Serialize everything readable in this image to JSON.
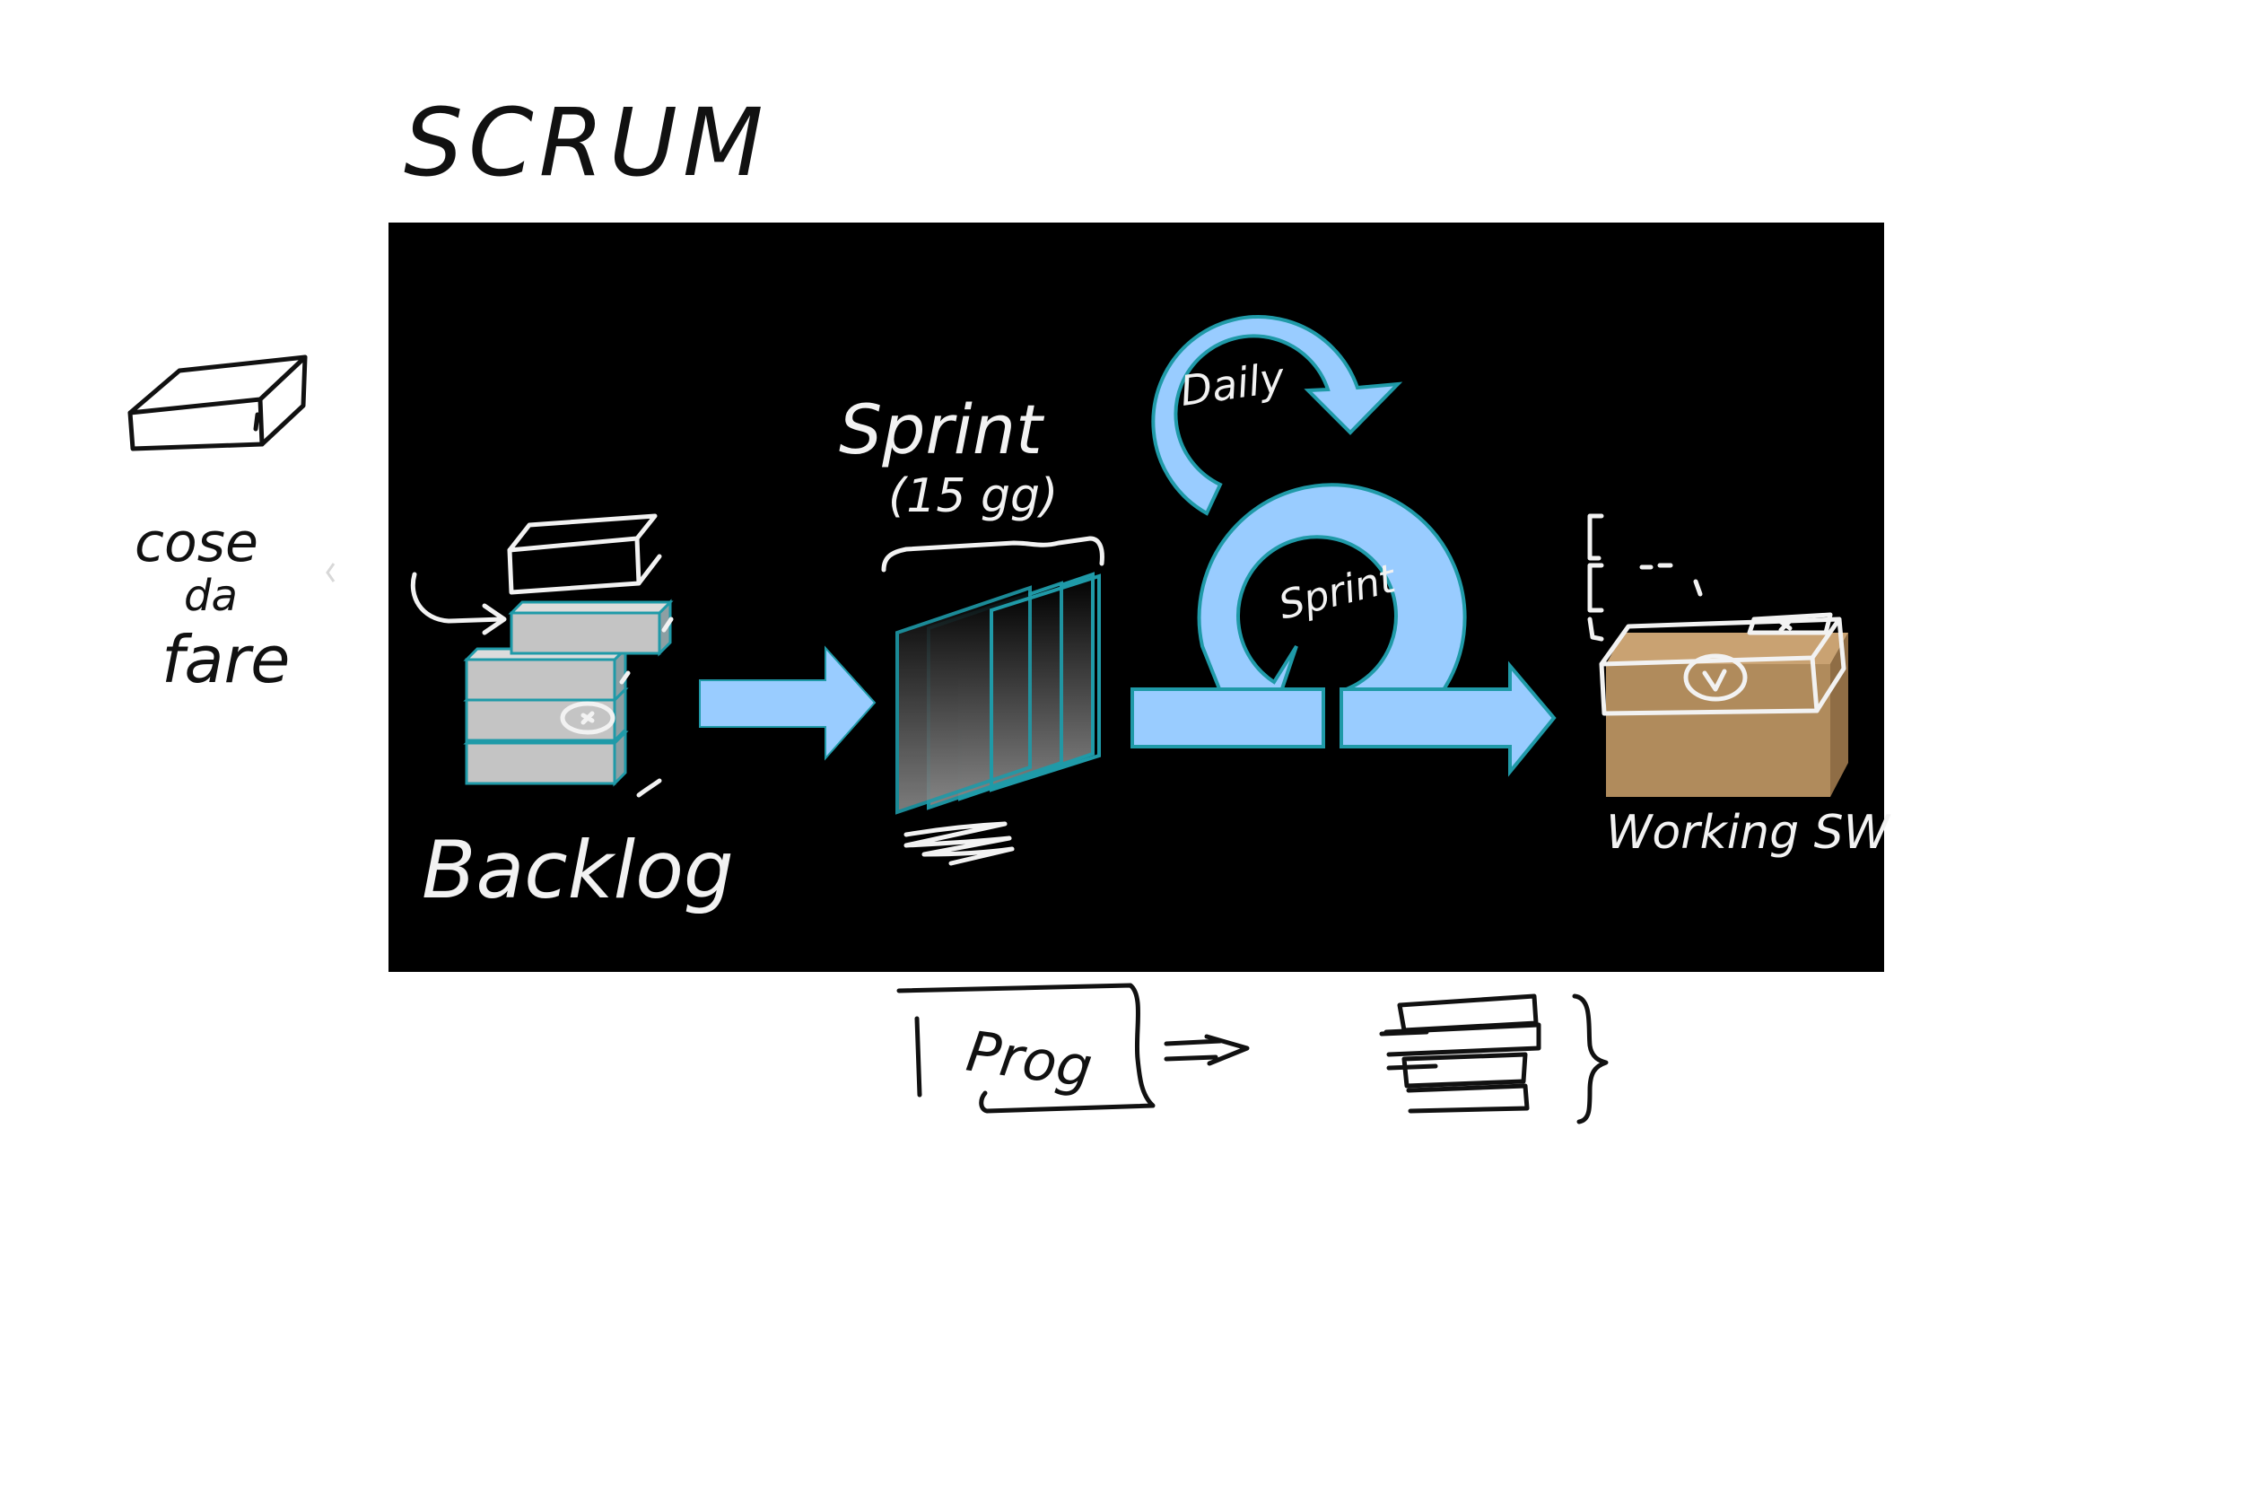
{
  "title": "SCRUM",
  "side_note": {
    "line1": "cose",
    "line2": "da",
    "line3": "fare"
  },
  "diagram": {
    "backlog_label": "Backlog",
    "sprint_label": "Sprint",
    "sprint_duration": "(15 gg)",
    "daily_label": "Daily",
    "loop_sprint_label": "Sprint",
    "output_label": "Working SW"
  },
  "below_note": {
    "prog_label": "Prog"
  },
  "colors": {
    "panel": "#000000",
    "arrow": "#99ccff",
    "arrow_stroke": "#1f9aa8",
    "box_gray": "#c4c4c4",
    "box_brown": "#b08b5c",
    "teal": "#1f9aa8"
  }
}
